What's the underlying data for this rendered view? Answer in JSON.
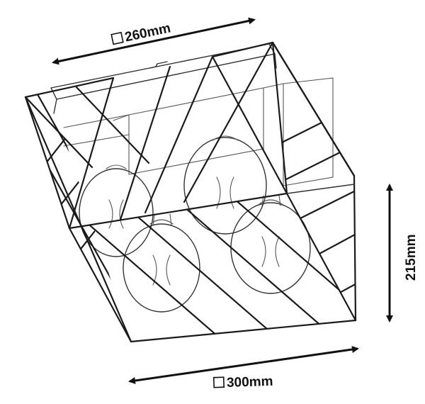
{
  "dimensions": {
    "top_width": "260mm",
    "bottom_width": "300mm",
    "height": "215mm"
  },
  "colors": {
    "line": "#1a1a1a",
    "background": "#ffffff"
  },
  "icons": {
    "square_symbol": "square-outline-icon",
    "arrow": "double-headed-arrow-icon"
  }
}
